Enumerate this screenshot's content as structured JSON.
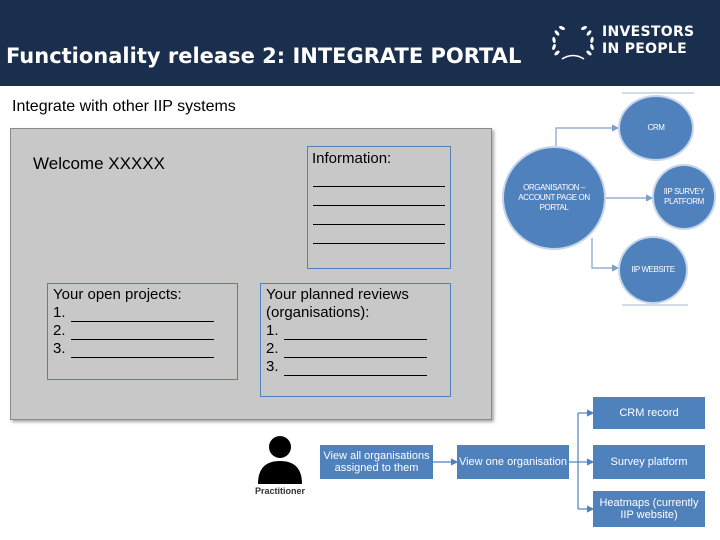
{
  "header": {
    "title": "Functionality release 2: INTEGRATE PORTAL",
    "logo_line1": "INVESTORS",
    "logo_line2": "IN PEOPLE"
  },
  "subtitle": "Integrate with other IIP systems",
  "mockup": {
    "welcome": "Welcome XXXXX",
    "information": {
      "label": "Information:",
      "lines": 4
    },
    "open_projects": {
      "label": "Your open projects:",
      "items": [
        "1.",
        "2.",
        "3."
      ]
    },
    "planned_reviews": {
      "label_line1": "Your planned reviews",
      "label_line2": "(organisations):",
      "items": [
        "1.",
        "2.",
        "3."
      ]
    }
  },
  "integration": {
    "center": "ORGANISATION – ACCOUNT PAGE ON PORTAL",
    "crm": "CRM",
    "survey": "IIP SURVEY PLATFORM",
    "website": "IIP WEBSITE"
  },
  "flow": {
    "actor_label": "Practitioner",
    "view_all": "View all organisations assigned to them",
    "view_one": "View one organisation",
    "crm_record": "CRM record",
    "survey_platform": "Survey platform",
    "heatmaps": "Heatmaps (currently IIP website)"
  },
  "colors": {
    "header_bg": "#1a2f4d",
    "accent_blue": "#4f81bd",
    "panel_grey": "#c8c8c8"
  },
  "icons": {
    "logo": "laurel-wreath-icon",
    "actor": "person-icon"
  }
}
